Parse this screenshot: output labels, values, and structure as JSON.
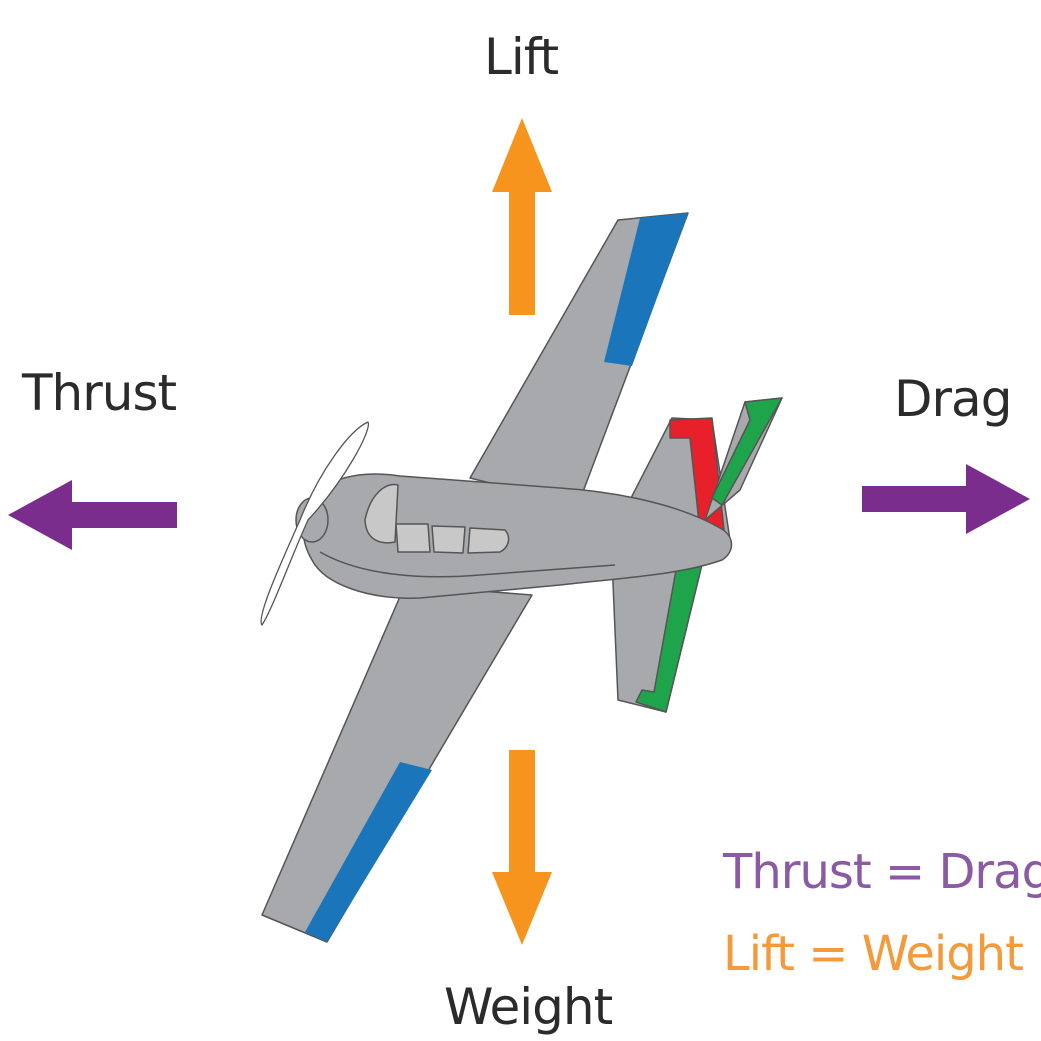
{
  "forces": {
    "lift": "Lift",
    "weight": "Weight",
    "thrust": "Thrust",
    "drag": "Drag"
  },
  "equations": {
    "thrust_drag": "Thrust = Drag",
    "lift_weight": "Lift = Weight"
  },
  "colors": {
    "lift_weight_arrow": "#f7941d",
    "thrust_drag_arrow": "#7b2d8e",
    "thrust_drag_text": "#8a5aa3",
    "lift_weight_text": "#f39a3a",
    "airframe": "#a7a9ac",
    "aileron": "#1b75bb",
    "elevator": "#1ea44b",
    "rudder": "#e8202a"
  }
}
